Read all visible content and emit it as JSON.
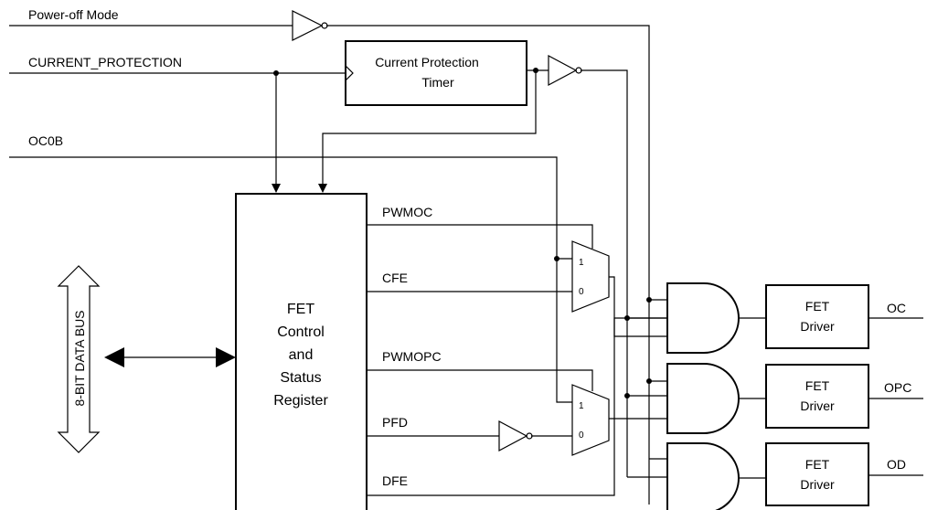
{
  "inputs": {
    "power_off": "Power-off Mode",
    "current_protection": "CURRENT_PROTECTION",
    "oc0b": "OC0B"
  },
  "timer": {
    "line1": "Current Protection",
    "line2": "Timer"
  },
  "register": {
    "line1": "FET",
    "line2": "Control",
    "line3": "and",
    "line4": "Status",
    "line5": "Register"
  },
  "bus": {
    "label": "8-BIT DATA BUS"
  },
  "register_outputs": {
    "pwmoc": "PWMOC",
    "cfe": "CFE",
    "pwmopc": "PWMOPC",
    "pfd": "PFD",
    "dfe": "DFE"
  },
  "mux": {
    "in1": "1",
    "in0": "0"
  },
  "drivers": [
    {
      "line1": "FET",
      "line2": "Driver",
      "output": "OC"
    },
    {
      "line1": "FET",
      "line2": "Driver",
      "output": "OPC"
    },
    {
      "line1": "FET",
      "line2": "Driver",
      "output": "OD"
    }
  ]
}
